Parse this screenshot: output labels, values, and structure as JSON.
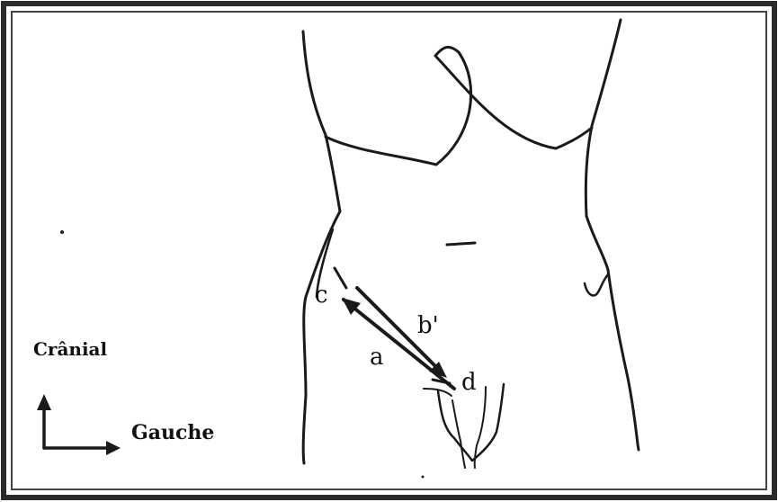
{
  "labels": {
    "a": "a",
    "b": "b'",
    "c": "c",
    "d": "d"
  },
  "orientation": {
    "cranial": "Crânial",
    "left": "Gauche"
  },
  "colors": {
    "ink": "#1a1a1a",
    "paper": "#ffffff",
    "frame": "#2a2a2a"
  }
}
